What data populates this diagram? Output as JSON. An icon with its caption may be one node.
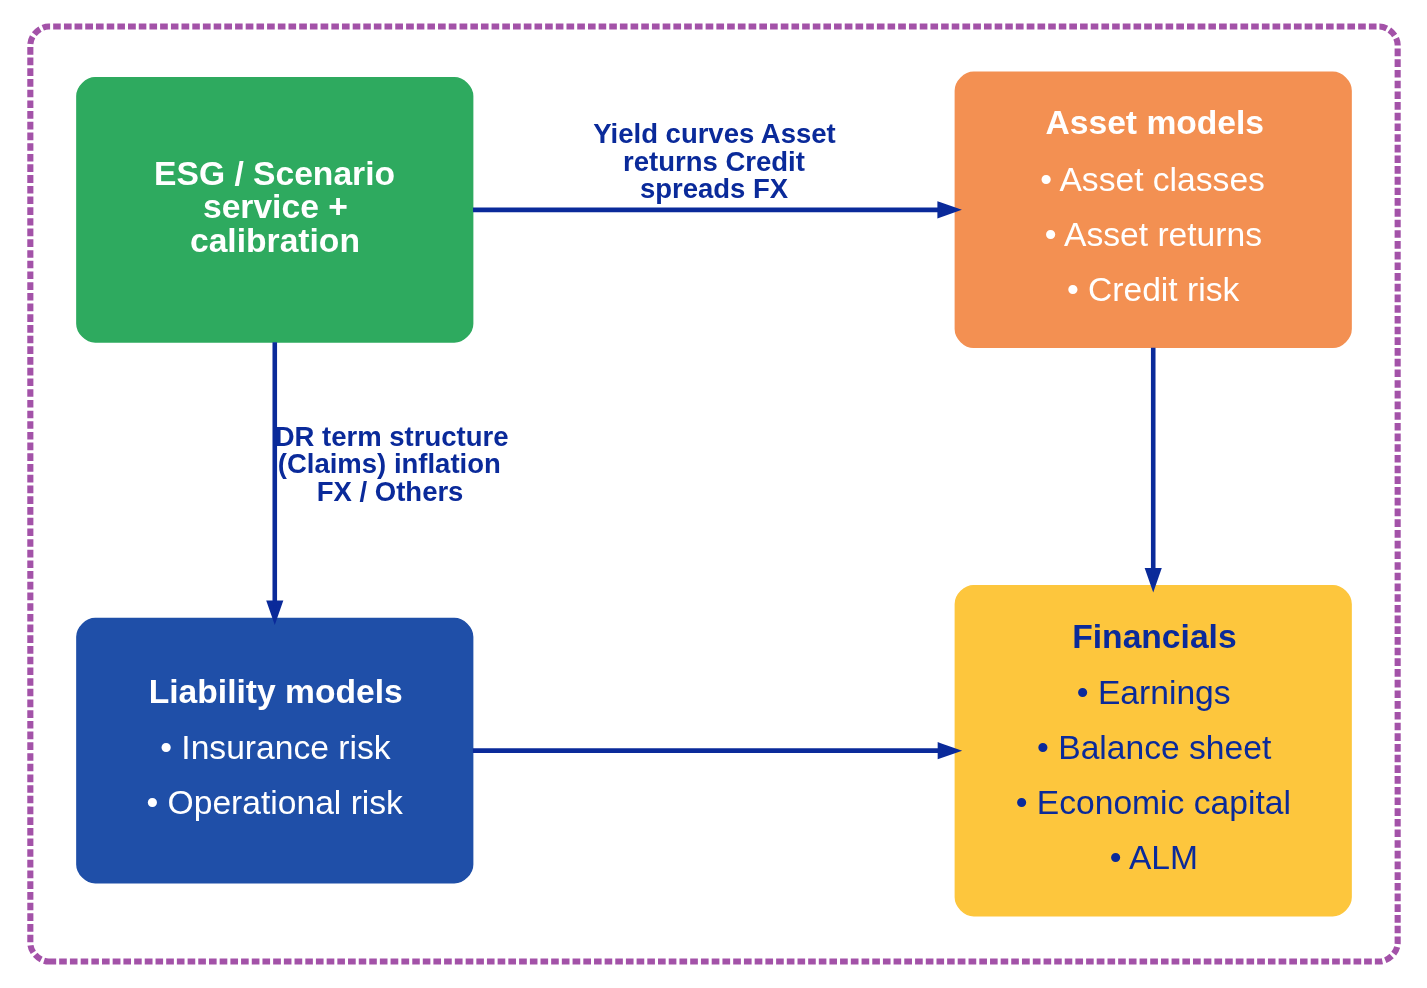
{
  "diagram": {
    "nodes": [
      {
        "text": [],
        "shape": "box"
      },
      {
        "text": [
          "ESG / Scenario service + calibration"
        ],
        "in": 0
      },
      {
        "text": [
          "Asset models",
          "• Asset classes",
          "• Asset returns",
          "• Credit risk"
        ],
        "in": 0
      },
      {
        "text": [
          "Liability models",
          "• Insurance risk",
          "• Operational risk"
        ],
        "in": 0
      },
      {
        "text": [
          "Financials",
          "• Earnings",
          "• Balance sheet",
          "• Economic capital",
          "• ALM"
        ],
        "in": 0
      }
    ],
    "edges": [
      {
        "from": 1,
        "to": 2,
        "arrow": "to",
        "label": "Yield curves Asset returns Credit spreads FX"
      },
      {
        "from": 1,
        "to": 3,
        "arrow": "to",
        "label": "DR term structure (Claims) inflation FX / Others"
      },
      {
        "from": 2,
        "to": 4,
        "arrow": "to"
      },
      {
        "from": 3,
        "to": 4,
        "arrow": "to"
      }
    ]
  }
}
